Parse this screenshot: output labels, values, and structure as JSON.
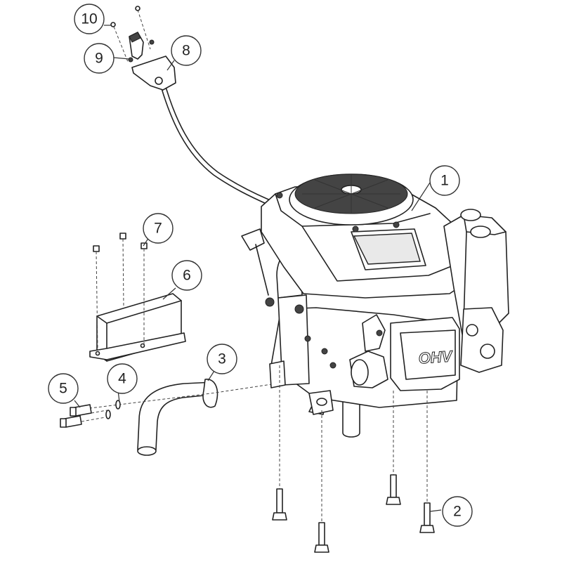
{
  "engine_label": "OHV",
  "callouts": [
    {
      "id": "1",
      "label": "1"
    },
    {
      "id": "2",
      "label": "2"
    },
    {
      "id": "3",
      "label": "3"
    },
    {
      "id": "4",
      "label": "4"
    },
    {
      "id": "5",
      "label": "5"
    },
    {
      "id": "6",
      "label": "6"
    },
    {
      "id": "7",
      "label": "7"
    },
    {
      "id": "8",
      "label": "8"
    },
    {
      "id": "9",
      "label": "9"
    },
    {
      "id": "10",
      "label": "10"
    }
  ]
}
